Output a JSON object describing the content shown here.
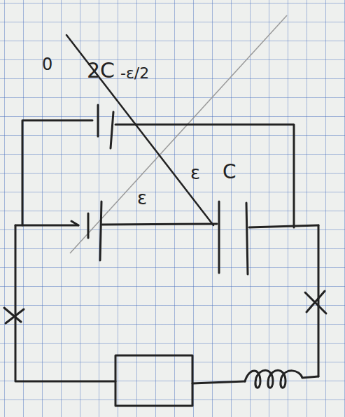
{
  "diagram": {
    "labels": [
      "0",
      "2C",
      "-ε/2",
      "ε",
      "ε",
      "C"
    ]
  }
}
